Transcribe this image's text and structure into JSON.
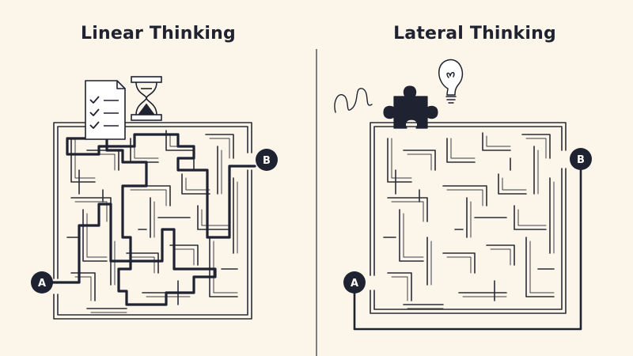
{
  "panels": {
    "left": {
      "title": "Linear Thinking",
      "start_label": "A",
      "end_label": "B"
    },
    "right": {
      "title": "Lateral Thinking",
      "start_label": "A",
      "end_label": "B"
    }
  },
  "icons": {
    "left": [
      "checklist-icon",
      "hourglass-icon"
    ],
    "right": [
      "scribble-icon",
      "puzzle-piece-icon",
      "lightbulb-icon"
    ]
  },
  "colors": {
    "background": "#fbf5ea",
    "ink": "#1f2230",
    "maze_line": "#2a2c36"
  }
}
